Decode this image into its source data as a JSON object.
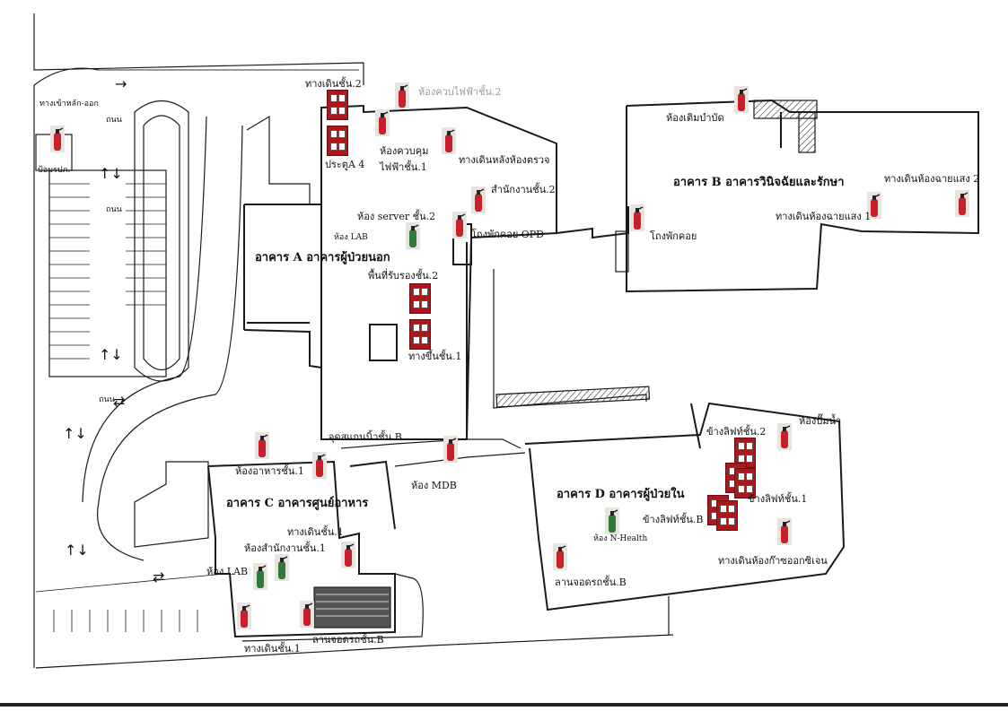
{
  "buildings": {
    "a": "อาคาร A อาคารผู้ป่วยนอก",
    "b": "อาคาร B อาคารวินิจฉัยและรักษา",
    "c": "อาคาร C อาคารศูนย์อาหาร",
    "d": "อาคาร D อาคารผู้ป่วยใน"
  },
  "labels": {
    "fire_exit_2": "ทางเดินชั้น.2",
    "electric_room_2": "ห้องควบไฟฟ้าชั้น.2",
    "electric_room_1": "ห้องควบคุม",
    "electric_room_1b": "ไฟฟ้าชั้น.1",
    "back_walkway": "ทางเดินหลังห้องตรวจ",
    "office_2": "สำนักงานชั้น.2",
    "gate_4": "ประตูA 4",
    "server_room_2": "ห้อง server ชั้น.2",
    "lab_room": "ห้อง LAB",
    "opd_hall": "โถงพักคอย OPD",
    "reception_2": "พื้นที่รับรองชั้น.2",
    "stairs_1": "ทางขึ้นชั้น.1",
    "guard_post": "ป้อมรปภ.",
    "entrance_sign": "ทางเข้าหลัก-ออก",
    "road_1": "ถนน",
    "road_2": "ถนน",
    "road_3": "ถนน",
    "rehab_room": "ห้องเติมบำบัด",
    "b_hall": "โถงพักคอย",
    "xray_walk_1": "ทางเดินห้องฉายแสง 1",
    "xray_walk_2": "ทางเดินห้องฉายแสง 2",
    "scan_point": "จุดสแกนนิ้วชั้น.B",
    "canteen_1": "ห้องอาหารชั้น.1",
    "mdb_room": "ห้อง MDB",
    "walk_1": "ทางเดินชั้น.1",
    "office_1": "ห้องสำนักงานชั้น.1",
    "lab_b": "ห้อง LAB",
    "parking_b_c": "ลานจอดรถชั้น.B",
    "walk_1_bottom": "ทางเดินชั้น.1",
    "lift_2": "ข้างลิฟท์ชั้น.2",
    "pump_room": "ห้องปั๊มน้ำ",
    "lift_1": "ข้างลิฟท์ชั้น.1",
    "lift_b": "ข้างลิฟท์ชั้น.B",
    "n_health": "ห้อง N-Health",
    "oxygen_walk": "ทางเดินห้องก๊าซออกซิเจน",
    "parking_b_d": "ลานจอดรถชั้น.B"
  },
  "arrows": {
    "up_down": "↑↓",
    "right": "→",
    "left_right": "⇄"
  },
  "colors": {
    "extinguisher_red": "#c8202a",
    "hose_cabinet": "#a8181c",
    "co2_green": "#2f7a3a",
    "walls": "#1a1a1a"
  }
}
